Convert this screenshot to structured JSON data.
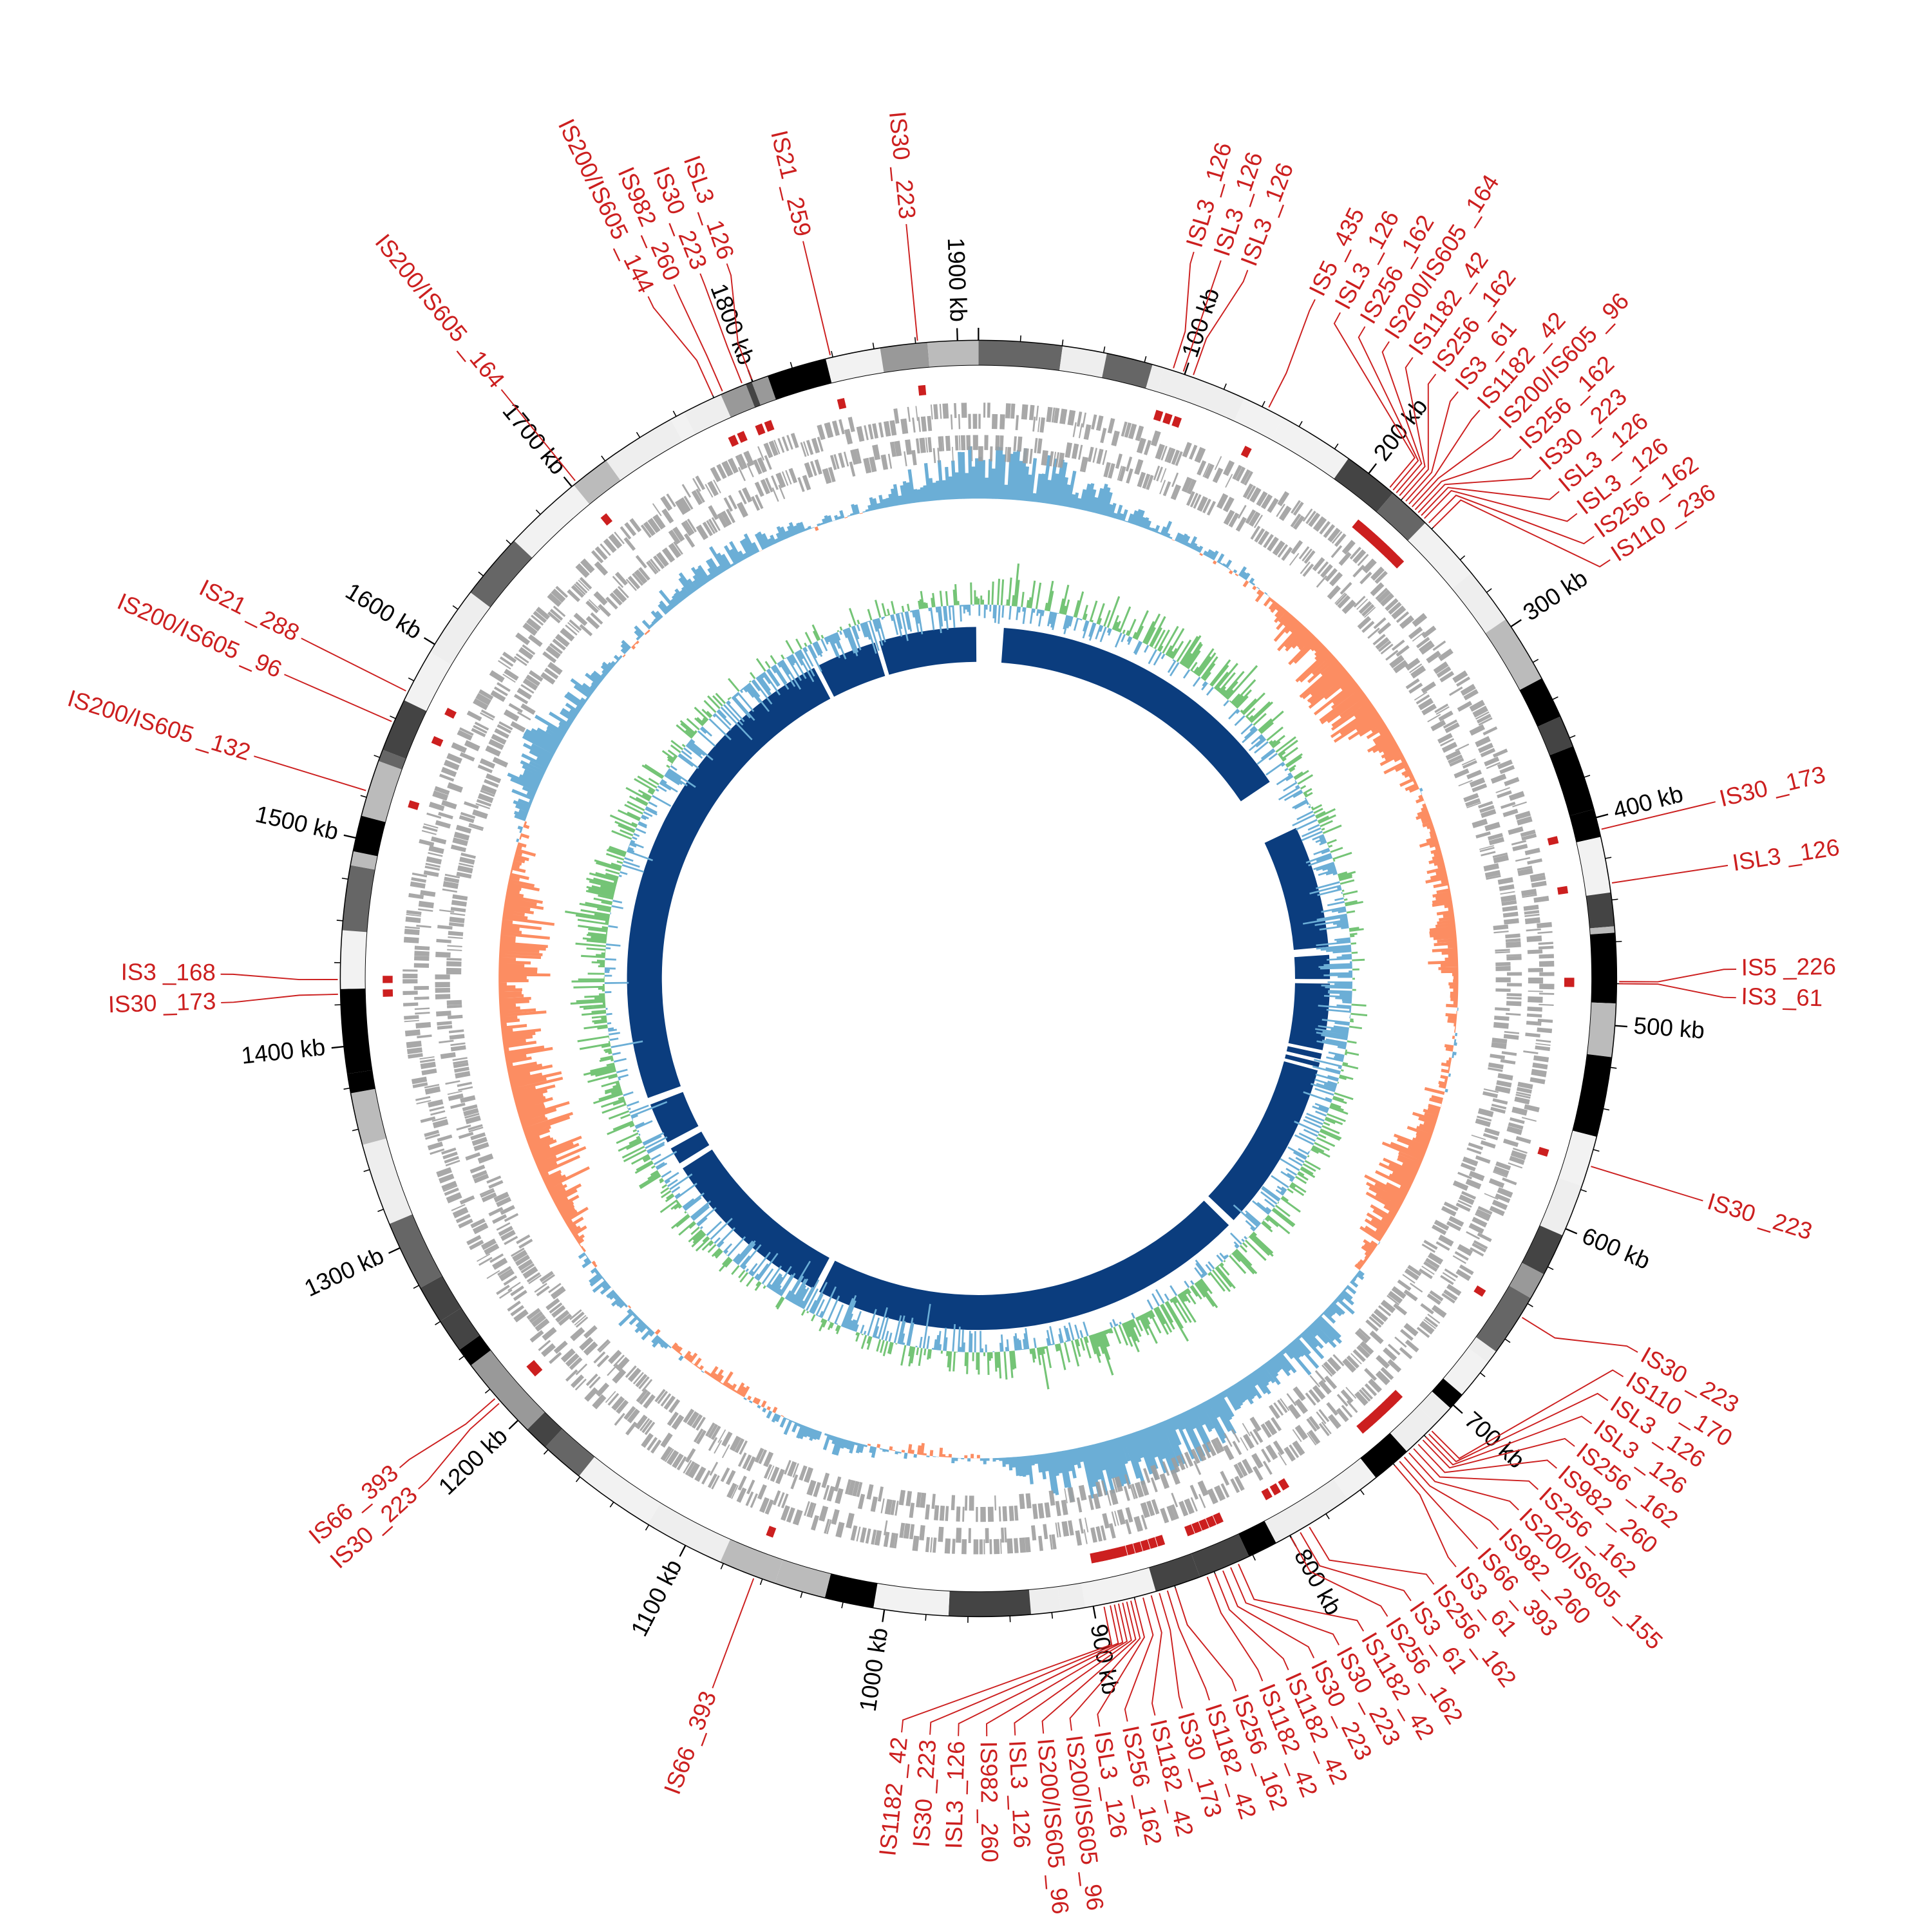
{
  "genome_length_kb": 1910,
  "colors": {
    "is_label": "#cc1f1f",
    "skew_positive": "#6baed6",
    "skew_negative": "#fc8d62",
    "gc_positive": "#74c476",
    "gc_negative": "#6baed6",
    "contig": "#0b3d7e",
    "gene": "#9e9e9e"
  },
  "ticks": {
    "major_step_kb": 100,
    "minor_step_kb": 20,
    "labels": [
      "100 kb",
      "200 kb",
      "300 kb",
      "400 kb",
      "500 kb",
      "600 kb",
      "700 kb",
      "800 kb",
      "900 kb",
      "1000 kb",
      "1100 kb",
      "1200 kb",
      "1300 kb",
      "1400 kb",
      "1500 kb",
      "1600 kb",
      "1700 kb",
      "1800 kb",
      "1900 kb"
    ]
  },
  "is_elements": [
    {
      "label": "ISL3 _126",
      "kb": 94
    },
    {
      "label": "ISL3 _126",
      "kb": 99
    },
    {
      "label": "ISL3 _126",
      "kb": 104
    },
    {
      "label": "IS5 _435",
      "kb": 143
    },
    {
      "label": "ISL3 _126",
      "kb": 212
    },
    {
      "label": "IS256 _162",
      "kb": 214
    },
    {
      "label": "IS200/IS605 _164",
      "kb": 216
    },
    {
      "label": "IS1182 _42",
      "kb": 218
    },
    {
      "label": "IS256 _162",
      "kb": 220
    },
    {
      "label": "IS3 _61",
      "kb": 222
    },
    {
      "label": "IS1182 _42",
      "kb": 224
    },
    {
      "label": "IS200/IS605 _96",
      "kb": 226
    },
    {
      "label": "IS256 _162",
      "kb": 228
    },
    {
      "label": "IS30 _223",
      "kb": 230
    },
    {
      "label": "ISL3 _126",
      "kb": 232
    },
    {
      "label": "ISL3 _126",
      "kb": 234
    },
    {
      "label": "IS256 _162",
      "kb": 237
    },
    {
      "label": "IS110 _236",
      "kb": 240
    },
    {
      "label": "IS30 _173",
      "kb": 406
    },
    {
      "label": "ISL3 _126",
      "kb": 432
    },
    {
      "label": "IS5 _226",
      "kb": 479
    },
    {
      "label": "IS3 _61",
      "kb": 480
    },
    {
      "label": "IS30 _223",
      "kb": 568
    },
    {
      "label": "IS30 _223",
      "kb": 647
    },
    {
      "label": "IS110 _170",
      "kb": 716
    },
    {
      "label": "ISL3 _126",
      "kb": 718
    },
    {
      "label": "ISL3 _126",
      "kb": 720
    },
    {
      "label": "IS256 _162",
      "kb": 722
    },
    {
      "label": "IS982 _260",
      "kb": 725
    },
    {
      "label": "IS256 _162",
      "kb": 728
    },
    {
      "label": "IS200/IS605 _155",
      "kb": 731
    },
    {
      "label": "IS982 _260",
      "kb": 734
    },
    {
      "label": "IS66 _393",
      "kb": 737
    },
    {
      "label": "IS3 _61",
      "kb": 740
    },
    {
      "label": "IS256 _162",
      "kb": 790
    },
    {
      "label": "IS3 _61",
      "kb": 795
    },
    {
      "label": "IS256 _162",
      "kb": 800
    },
    {
      "label": "IS1182 _42",
      "kb": 828
    },
    {
      "label": "IS30 _223",
      "kb": 832
    },
    {
      "label": "IS30 _223",
      "kb": 836
    },
    {
      "label": "IS1182 _42",
      "kb": 840
    },
    {
      "label": "IS1182 _42",
      "kb": 844
    },
    {
      "label": "IS256 _162",
      "kb": 860
    },
    {
      "label": "IS1182 _42",
      "kb": 864
    },
    {
      "label": "IS30 _173",
      "kb": 868
    },
    {
      "label": "IS1182 _42",
      "kb": 872
    },
    {
      "label": "IS256 _162",
      "kb": 876
    },
    {
      "label": "ISL3 _126",
      "kb": 880
    },
    {
      "label": "IS200/IS605 _96",
      "kb": 882
    },
    {
      "label": "IS200/IS605 _96",
      "kb": 884
    },
    {
      "label": "ISL3 _126",
      "kb": 886
    },
    {
      "label": "IS982 _260",
      "kb": 888
    },
    {
      "label": "ISL3 _126",
      "kb": 890
    },
    {
      "label": "IS30 _223",
      "kb": 892
    },
    {
      "label": "IS1182 _42",
      "kb": 895
    },
    {
      "label": "IS66 _393",
      "kb": 1064
    },
    {
      "label": "IS30 _223",
      "kb": 1212
    },
    {
      "label": "IS66 _393",
      "kb": 1215
    },
    {
      "label": "IS30 _173",
      "kb": 1425
    },
    {
      "label": "IS3 _168",
      "kb": 1432
    },
    {
      "label": "IS200/IS605 _132",
      "kb": 1523
    },
    {
      "label": "IS200/IS605 _96",
      "kb": 1558
    },
    {
      "label": "IS21 _288",
      "kb": 1574
    },
    {
      "label": "IS200/IS605 _164",
      "kb": 1703
    },
    {
      "label": "IS200/IS605 _144",
      "kb": 1780
    },
    {
      "label": "IS982 _260",
      "kb": 1785
    },
    {
      "label": "IS30 _223",
      "kb": 1795
    },
    {
      "label": "ISL3 _126",
      "kb": 1800
    },
    {
      "label": "IS21 _259",
      "kb": 1839
    },
    {
      "label": "IS30 _223",
      "kb": 1881
    }
  ],
  "contigs_kb": [
    [
      22,
      297
    ],
    [
      343,
      450
    ],
    [
      457,
      478
    ],
    [
      482,
      540
    ],
    [
      543,
      548
    ],
    [
      551,
      555
    ],
    [
      558,
      708
    ],
    [
      714,
      1098
    ],
    [
      1104,
      1259
    ],
    [
      1264,
      1279
    ],
    [
      1285,
      1321
    ],
    [
      1327,
      1762
    ],
    [
      1766,
      1819
    ],
    [
      1823,
      1908
    ]
  ]
}
